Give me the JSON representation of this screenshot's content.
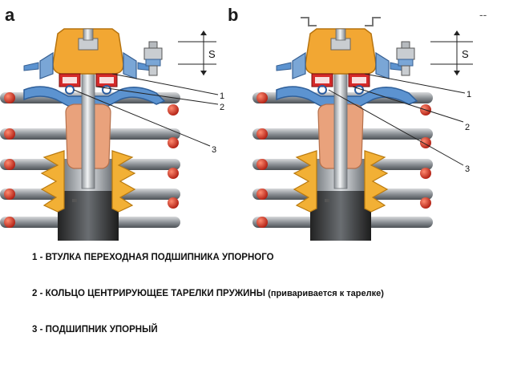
{
  "panels": {
    "a": "a",
    "b": "b"
  },
  "corner_mark": "--",
  "callouts": {
    "n1": "1",
    "n2": "2",
    "n3": "3",
    "gap": "S"
  },
  "legend": {
    "item1": "1 - ВТУЛКА ПЕРЕХОДНАЯ ПОДШИПНИКА УПОРНОГО",
    "item2_main": "2 - КОЛЬЦО ЦЕНТРИРУЮЩЕЕ ТАРЕЛКИ ПРУЖИНЫ",
    "item2_note": "(приваривается к тарелке)",
    "item3": "3 - ПОДШИПНИК УПОРНЫЙ"
  },
  "colors": {
    "spring": "#8a8a8a",
    "spring_end": "#e8432e",
    "mount": "#f0a830",
    "bumper": "#e8a07a",
    "boot": "#f2b035",
    "body": "#b8bcc0",
    "seat": "#4a7fc0",
    "ring": "#d42a2a"
  }
}
